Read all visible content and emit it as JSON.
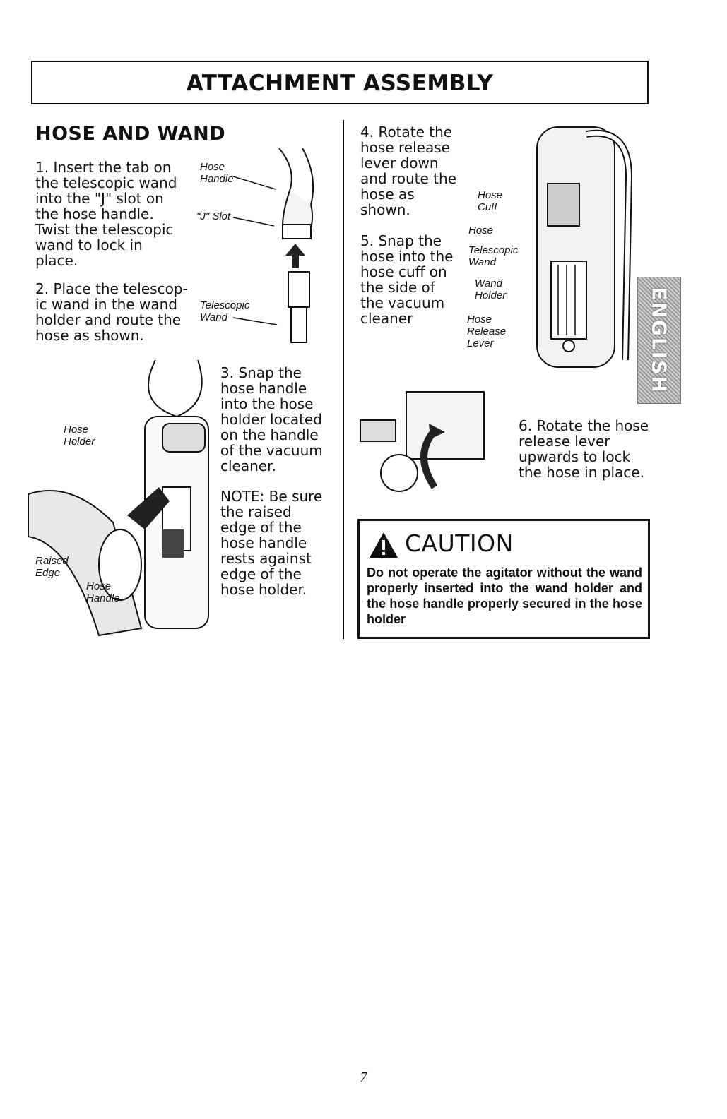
{
  "header": {
    "title": "ATTACHMENT ASSEMBLY"
  },
  "section": {
    "title": "HOSE AND WAND"
  },
  "steps": {
    "s1": "1. Insert the tab on\nthe telescopic wand\ninto the \"J\" slot on\nthe hose handle.\nTwist the telescopic\nwand to lock in\nplace.",
    "s2": "2. Place the telescop-\nic wand in the wand\nholder and route the\nhose as shown.",
    "s3": "3. Snap the\nhose handle\ninto the hose\nholder located\non the handle\nof the vacuum\ncleaner.",
    "note": "NOTE: Be sure\nthe raised\nedge of the\nhose handle\nrests against\nedge of the\nhose holder.",
    "s4": "4. Rotate the\nhose release\nlever down\nand route the\nhose as\nshown.",
    "s5": "5. Snap the\nhose into the\nhose cuff on\nthe side of\nthe vacuum\ncleaner",
    "s6": "6. Rotate the hose\nrelease lever\nupwards to lock\nthe hose in place."
  },
  "labels": {
    "fig1_hose_handle": "Hose\nHandle",
    "fig1_j_slot": "\"J\" Slot",
    "fig1_telescopic_wand": "Telescopic\nWand",
    "fig2_hose_holder": "Hose\nHolder",
    "fig2_raised_edge": "Raised\nEdge",
    "fig2_hose_handle": "Hose\nHandle",
    "fig3_hose_cuff": "Hose\nCuff",
    "fig3_hose": "Hose",
    "fig3_telescopic_wand": "Telescopic\nWand",
    "fig3_wand_holder": "Wand\nHolder",
    "fig3_hose_release_lever": "Hose\nRelease\nLever"
  },
  "side_tab": {
    "label": "ENGLISH"
  },
  "caution": {
    "title": "CAUTION",
    "text": "Do not operate the agitator without the wand properly inserted into the wand holder and the hose handle properly secured in the hose holder"
  },
  "footer": {
    "page_number": "7"
  }
}
